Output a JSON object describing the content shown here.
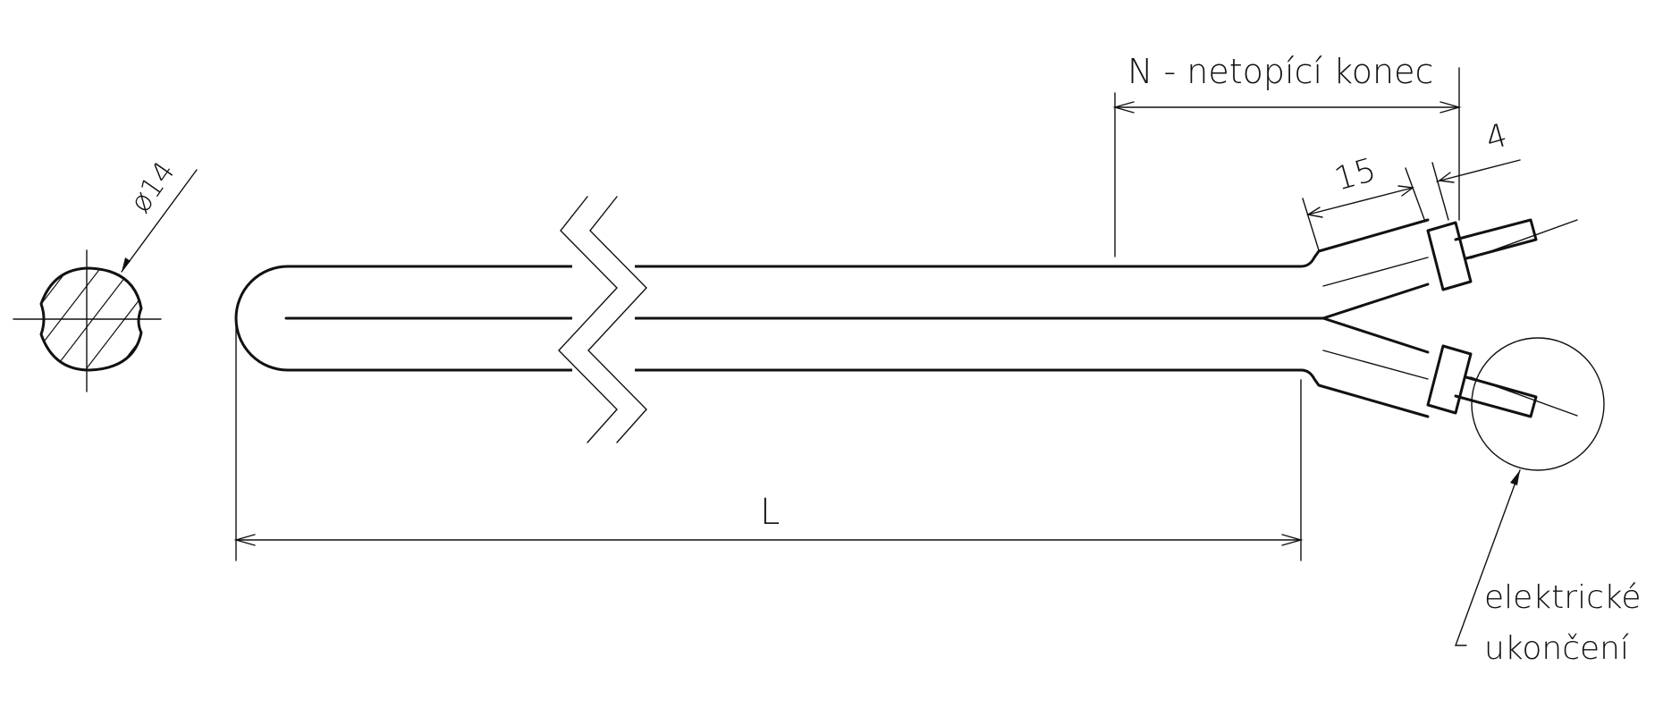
{
  "labels": {
    "diameter": "ø14",
    "length": "L",
    "non_heating_end": "N - netopící konec",
    "dim_15": "15",
    "dim_4": "4",
    "electric_termination_line1": "elektrické",
    "electric_termination_line2": "ukončení"
  },
  "colors": {
    "line": "#111111",
    "background": "#ffffff"
  }
}
